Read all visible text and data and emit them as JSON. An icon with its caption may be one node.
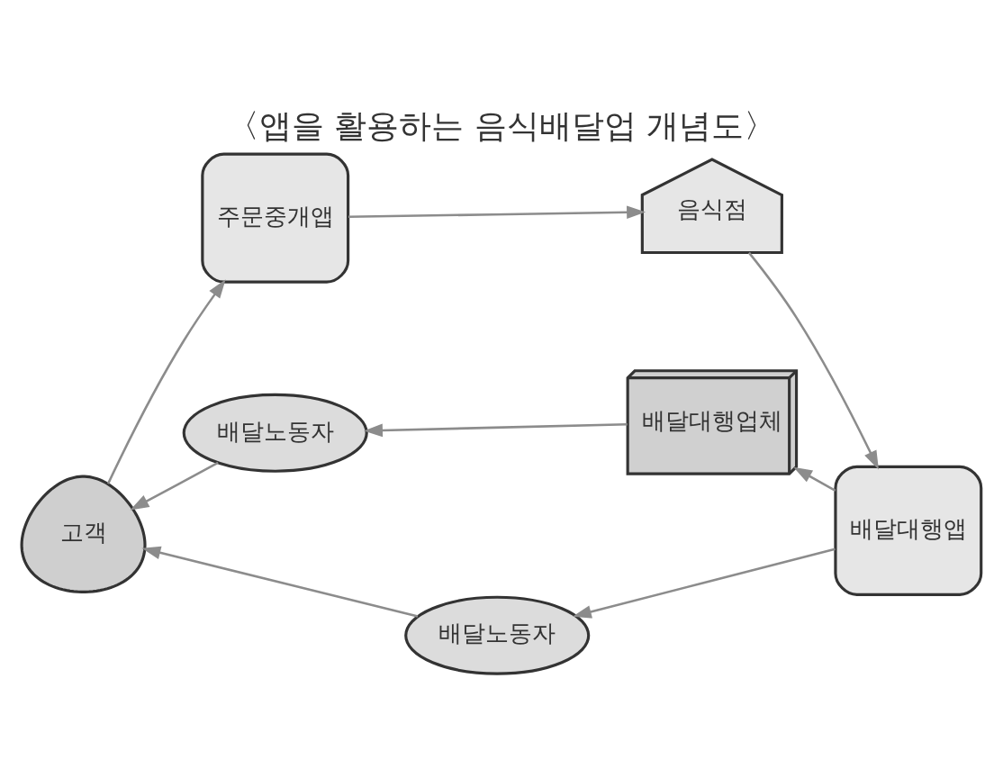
{
  "diagram": {
    "title": "〈앱을 활용하는 음식배달업 개념도〉",
    "nodes": [
      {
        "text": [
          "주문중개앱"
        ]
      },
      {
        "text": [
          "음식점"
        ]
      },
      {
        "text": [
          "배달노동자"
        ]
      },
      {
        "text": [
          "배달대행업체"
        ]
      },
      {
        "text": [
          "고객"
        ]
      },
      {
        "text": [
          "배달대행앱"
        ]
      },
      {
        "text": [
          "배달노동자"
        ]
      }
    ],
    "edges": [
      {
        "from": 4,
        "to": 0,
        "arrow": "to"
      },
      {
        "from": 0,
        "to": 1,
        "arrow": "to"
      },
      {
        "from": 1,
        "to": 5,
        "arrow": "to"
      },
      {
        "from": 5,
        "to": 3,
        "arrow": "to"
      },
      {
        "from": 3,
        "to": 2,
        "arrow": "to"
      },
      {
        "from": 2,
        "to": 4,
        "arrow": "to"
      },
      {
        "from": 5,
        "to": 6,
        "arrow": "to"
      },
      {
        "from": 6,
        "to": 4,
        "arrow": "to"
      }
    ]
  }
}
